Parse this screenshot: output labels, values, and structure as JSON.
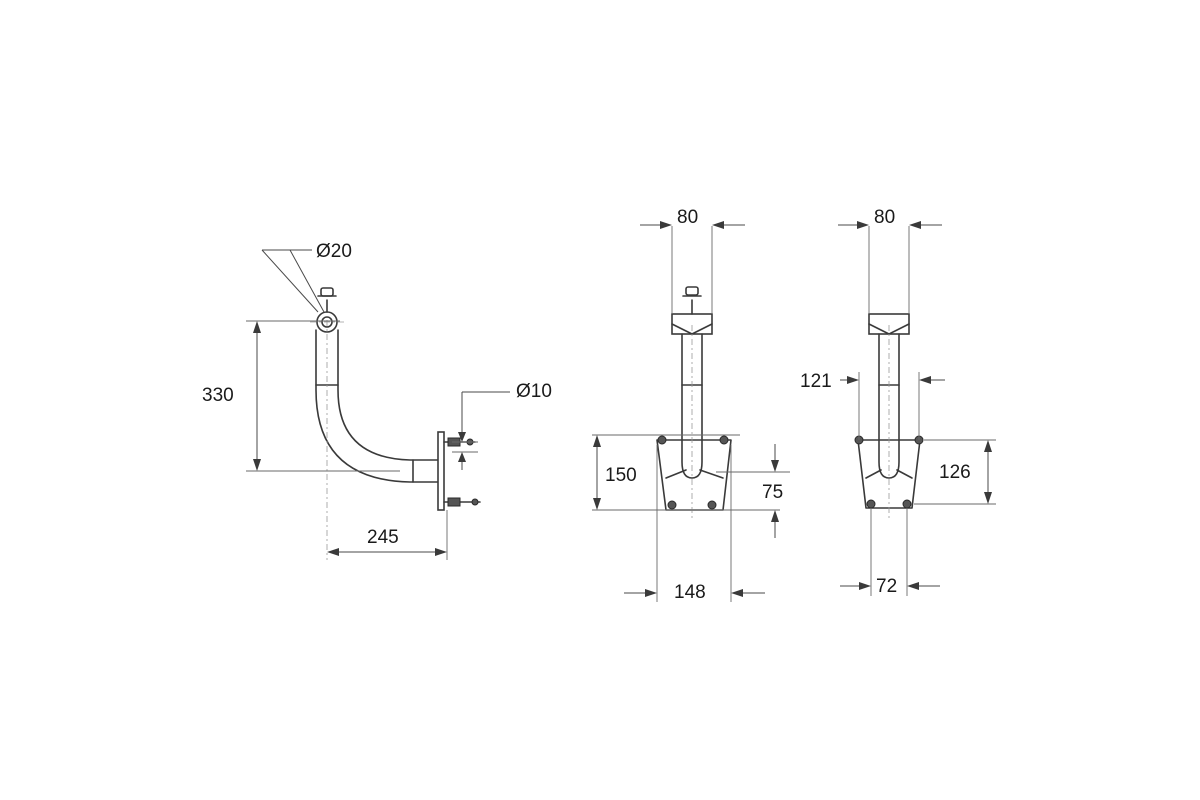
{
  "side_view": {
    "pipe_diameter": "Ø20",
    "height": "330",
    "bolt_diameter": "Ø10",
    "depth": "245"
  },
  "front_view": {
    "top_width": "80",
    "plate_height": "150",
    "hole_spacing_vertical": "75",
    "bottom_width": "148"
  },
  "rear_view": {
    "top_width": "80",
    "plate_top_width": "121",
    "plate_height": "126",
    "hole_spacing_horizontal": "72"
  }
}
